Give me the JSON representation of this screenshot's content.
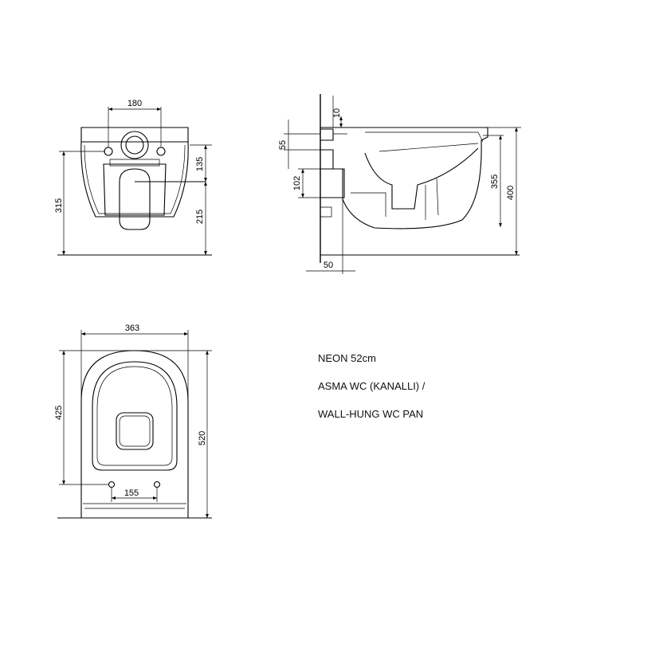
{
  "product": {
    "name": "NEON 52cm",
    "line2": "ASMA WC (KANALLI) /",
    "line3": "WALL-HUNG WC PAN"
  },
  "dimensions": {
    "front": {
      "fixing_spacing": "180",
      "height": "315",
      "inlet_offset": "135",
      "outlet_height": "215"
    },
    "side": {
      "top_offset": "10",
      "inlet_height": "55",
      "outlet_height": "102",
      "wall_offset": "50",
      "rim_height": "355",
      "total_height": "400"
    },
    "top": {
      "width": "363",
      "depth_to_fixing": "425",
      "length": "520",
      "fixing_spacing": "155"
    }
  }
}
